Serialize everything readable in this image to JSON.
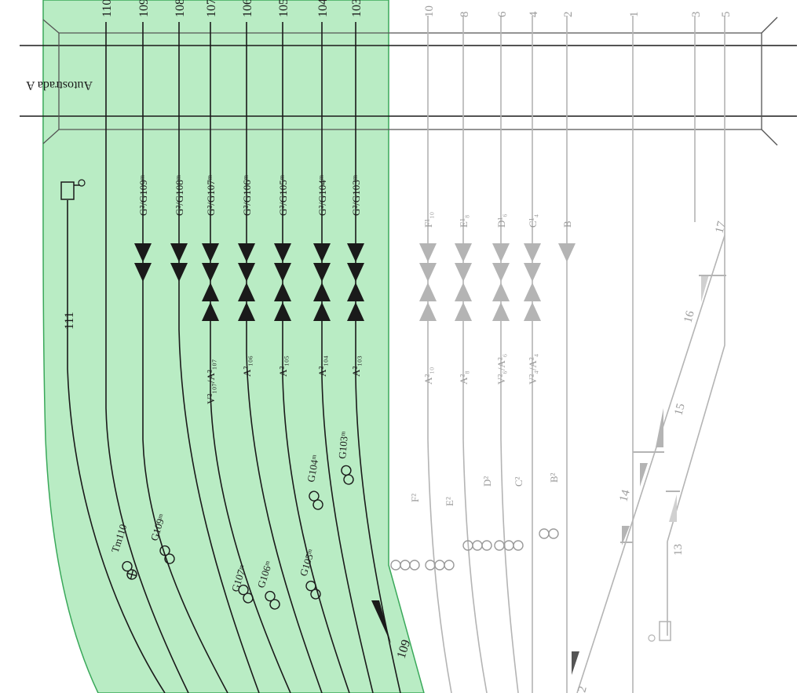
{
  "colors": {
    "active_zone": "#b9ecc4",
    "active_zone_border": "#3aa85a",
    "dark_track": "#1a1a1a",
    "inactive_track": "#b4b4b4"
  },
  "road": {
    "label": "Autostrada A"
  },
  "tracks": {
    "top_numbers": [
      "110",
      "109",
      "108",
      "107",
      "106",
      "105",
      "104",
      "103",
      "10",
      "8",
      "6",
      "4",
      "2",
      "1",
      "3",
      "5"
    ],
    "platform_track": "111"
  },
  "signals": {
    "active_upper": [
      "G²/G109ᵐ",
      "G²/G108ᵐ",
      "G²/G107ᵐ",
      "G²/G106ᵐ",
      "G²/G105ᵐ",
      "G²/G104ᵐ",
      "G²/G103ᵐ"
    ],
    "active_lower": [
      "V²₁₀₇/A²₁₀₇",
      "A²₁₀₆",
      "A²₁₀₅",
      "A²₁₀₄",
      "A²₁₀₃"
    ],
    "inactive_upper": [
      "F¹₁₀",
      "E¹₈",
      "D¹₆",
      "C¹₄",
      "B"
    ],
    "inactive_lower": [
      "A²₁₀",
      "A²₈",
      "V²₆/A²₆",
      "V²₄/A²₄"
    ],
    "shunting_active": [
      "Tm110",
      "G109ᵐ",
      "G107ᵐ",
      "G106ᵐ",
      "G105ᵐ",
      "G104ᵐ",
      "G103ᵐ"
    ],
    "main_inactive": [
      "F²",
      "E²",
      "D²",
      "C²",
      "B²"
    ]
  },
  "switches": [
    "109",
    "17",
    "16",
    "15",
    "14",
    "13",
    "2"
  ]
}
